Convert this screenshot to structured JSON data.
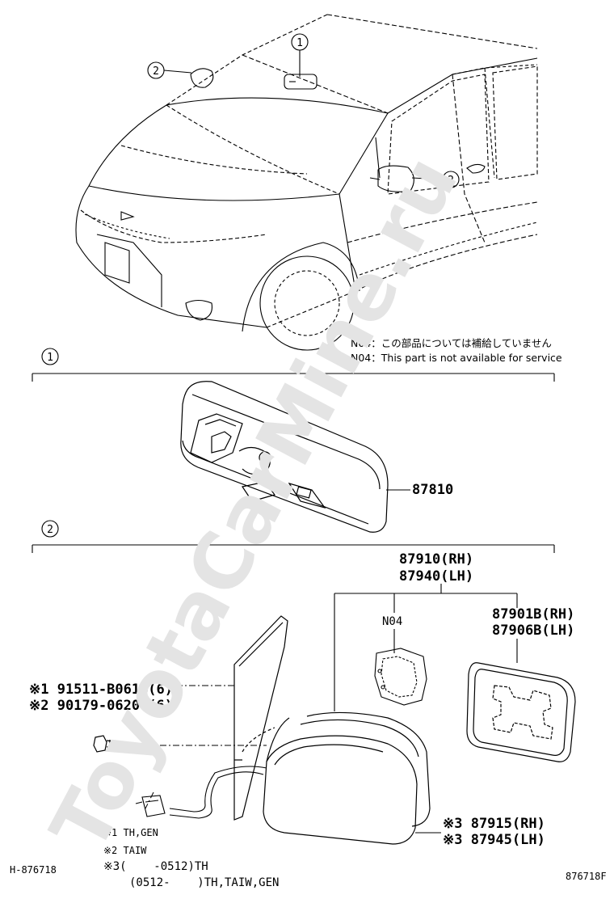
{
  "watermark": "ToyotaCarMine.ru",
  "notes": {
    "jp": "N04：この部品については補給していません",
    "en": "N04：This part is not available for service"
  },
  "sections": [
    {
      "number": "1"
    },
    {
      "number": "2"
    }
  ],
  "callouts": {
    "car_mirror_inner": "1",
    "car_mirror_outer_left": "2",
    "car_mirror_outer_right": "2"
  },
  "parts": {
    "inner_mirror": "87810",
    "outer_mirror_rh": "87910(RH)",
    "outer_mirror_lh": "87940(LH)",
    "cover": "N04",
    "glass_rh": "87901B(RH)",
    "glass_lh": "87906B(LH)",
    "screw_1": "※1 91511-B0614(6)",
    "screw_2": "※2 90179-06208(6)",
    "housing_rh": "※3 87915(RH)",
    "housing_lh": "※3 87945(LH)"
  },
  "footnotes": {
    "line1": "※1 TH,GEN",
    "line2": "※2 TAIW",
    "line3": "※3(    -0512)TH",
    "line4": "(0512-    )TH,TAIW,GEN"
  },
  "ids": {
    "left": "H-876718",
    "right": "876718F"
  }
}
